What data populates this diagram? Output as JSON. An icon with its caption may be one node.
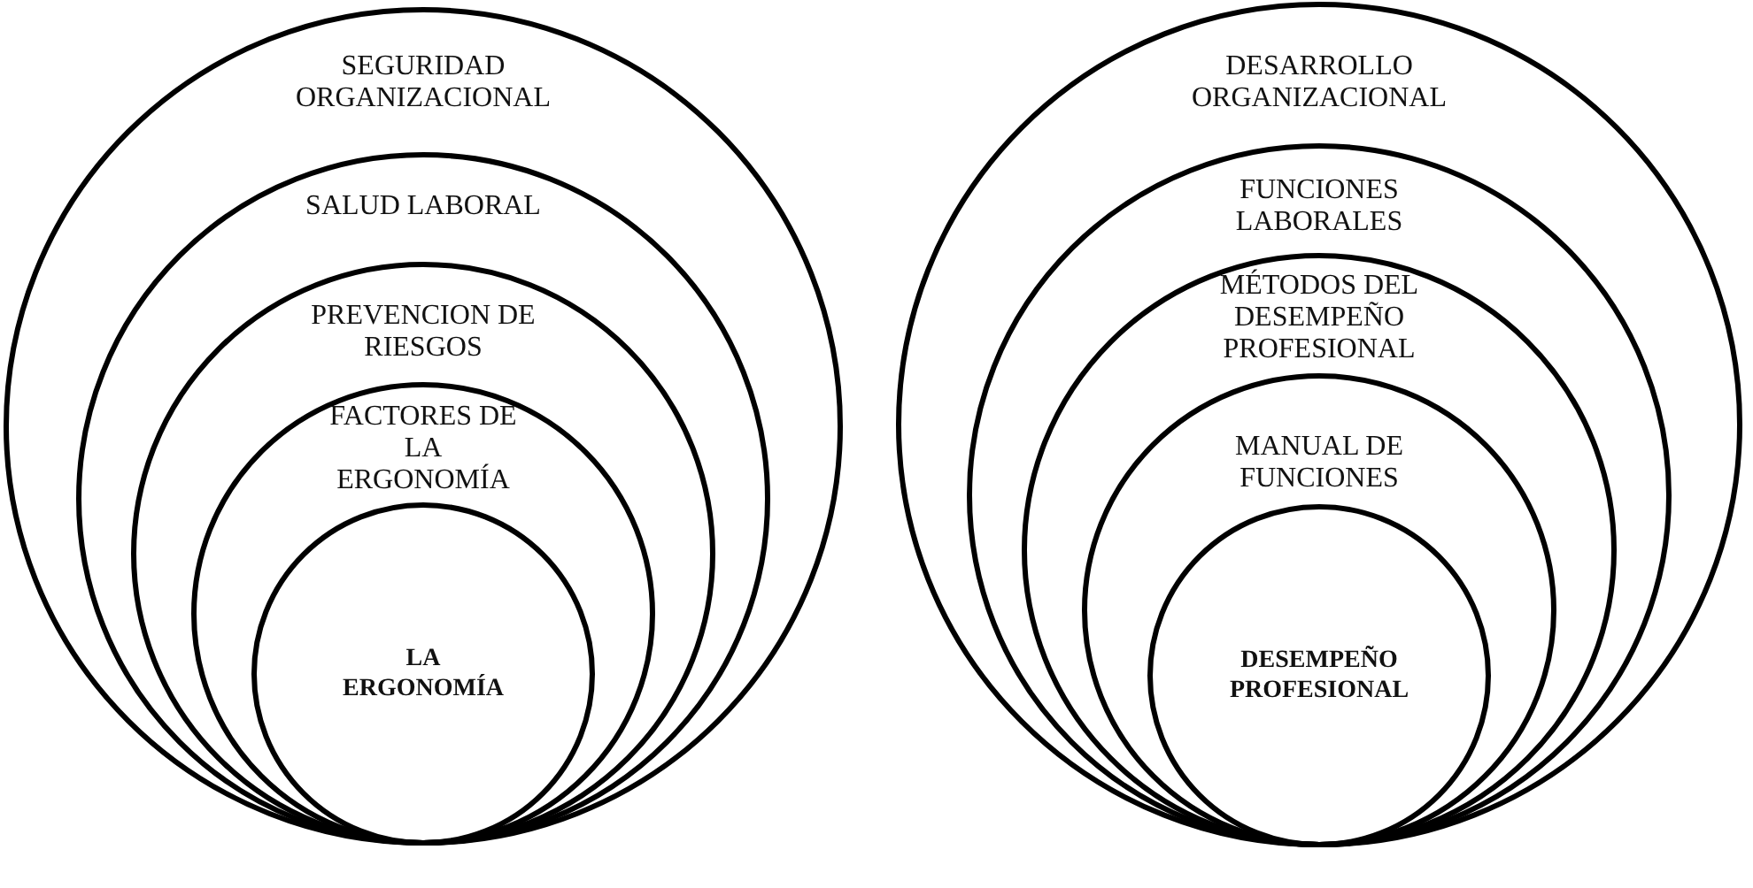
{
  "diagram": {
    "nodes": [
      {
        "text": [
          "SEGURIDAD ORGANIZACIONAL"
        ]
      },
      {
        "text": [
          "SALUD LABORAL"
        ],
        "in": 0
      },
      {
        "text": [
          "PREVENCION DE RIESGOS"
        ],
        "in": 1
      },
      {
        "text": [
          "FACTORES DE LA ERGONOMÍA"
        ],
        "in": 2
      },
      {
        "text": [
          "LA ERGONOMÍA"
        ],
        "in": 3
      },
      {
        "text": [
          "DESARROLLO ORGANIZACIONAL"
        ]
      },
      {
        "text": [
          "FUNCIONES LABORALES"
        ],
        "in": 5
      },
      {
        "text": [
          "MÉTODOS DEL DESEMPEÑO PROFESIONAL"
        ],
        "in": 6
      },
      {
        "text": [
          "MANUAL DE FUNCIONES"
        ],
        "in": 7
      },
      {
        "text": [
          "DESEMPEÑO PROFESIONAL"
        ],
        "in": 8
      }
    ]
  }
}
